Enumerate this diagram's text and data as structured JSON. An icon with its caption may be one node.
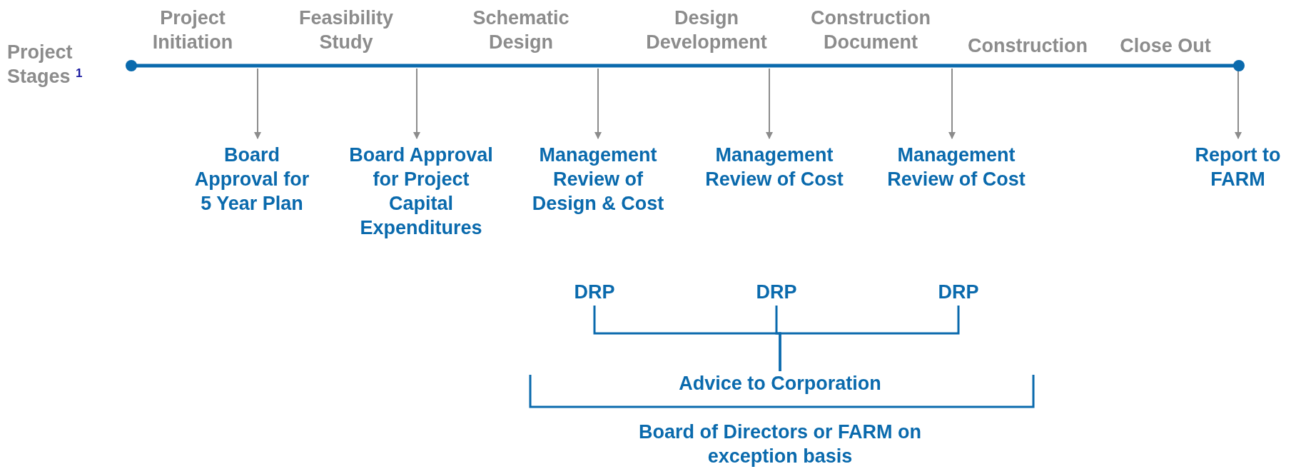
{
  "diagram": {
    "nodes": [
      {
        "text": [],
        "shape": "bar"
      },
      {
        "text": [
          "Board Approval for 5 Year Plan"
        ]
      },
      {
        "text": [
          "Board Approval for Project Capital Expenditures"
        ]
      },
      {
        "text": [
          "Management Review of Design & Cost"
        ]
      },
      {
        "text": [
          "Management Review of Cost"
        ]
      },
      {
        "text": [
          "Management Review of Cost"
        ]
      },
      {
        "text": [
          "Report to FARM"
        ]
      },
      {
        "text": [
          "DRP"
        ]
      },
      {
        "text": [
          "DRP"
        ]
      },
      {
        "text": [
          "DRP"
        ]
      },
      {
        "text": [
          "Advice to Corporation"
        ]
      }
    ],
    "edges": [
      {
        "from": 0,
        "to": 1,
        "arrow": "to"
      },
      {
        "from": 0,
        "to": 2,
        "arrow": "to"
      },
      {
        "from": 0,
        "to": 3,
        "arrow": "to"
      },
      {
        "from": 0,
        "to": 4,
        "arrow": "to"
      },
      {
        "from": 0,
        "to": 5,
        "arrow": "to"
      },
      {
        "from": 0,
        "to": 6,
        "arrow": "to"
      },
      {
        "from": 7,
        "to": 10,
        "arrow": "none",
        "color": "#0a6aad"
      },
      {
        "from": 8,
        "to": 10,
        "arrow": "none",
        "color": "#0a6aad"
      },
      {
        "from": 9,
        "to": 10,
        "arrow": "none",
        "color": "#0a6aad"
      }
    ],
    "labels": [
      "Project Initiation",
      "Feasibility Study",
      "Schematic Design",
      "Design Development",
      "Construction Document",
      "Project Stages $^{1}$",
      "Construction",
      "Close Out",
      "Board of Directors or FARM on exception basis"
    ]
  }
}
